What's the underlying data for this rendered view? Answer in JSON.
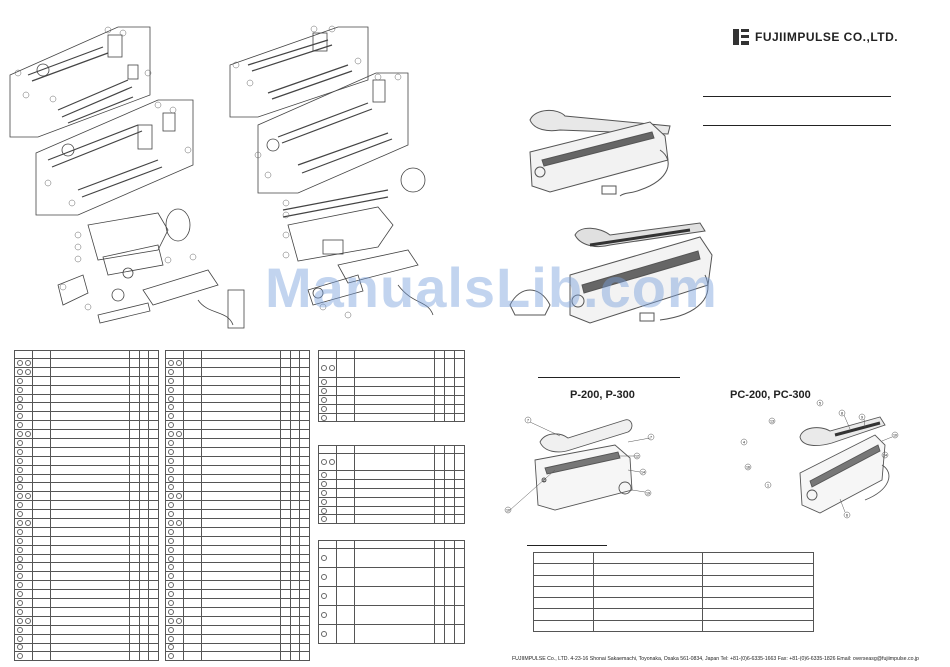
{
  "company": {
    "name": "FUJIIMPULSE CO.,LTD.",
    "brand_color": "#222222"
  },
  "models": {
    "left": "P-200, P-300",
    "right": "PC-200, PC-300"
  },
  "watermark": "ManualsLib.com",
  "footer": "FUJIIMPULSE Co., LTD.  4-23-16 Shonai Sakaemachi, Toyonaka, Osaka 561-0834, Japan   Tel: +81-(0)6-6335-1663    Fax: +81-(0)6-6335-1826   Email: overseasg@fujiimpulse.co.jp",
  "callouts_left": [
    "7",
    "7",
    "12",
    "14",
    "19",
    "10",
    "11"
  ],
  "callouts_right": [
    "5",
    "13",
    "8",
    "9",
    "4",
    "10",
    "16",
    "14",
    "1",
    "6"
  ]
}
